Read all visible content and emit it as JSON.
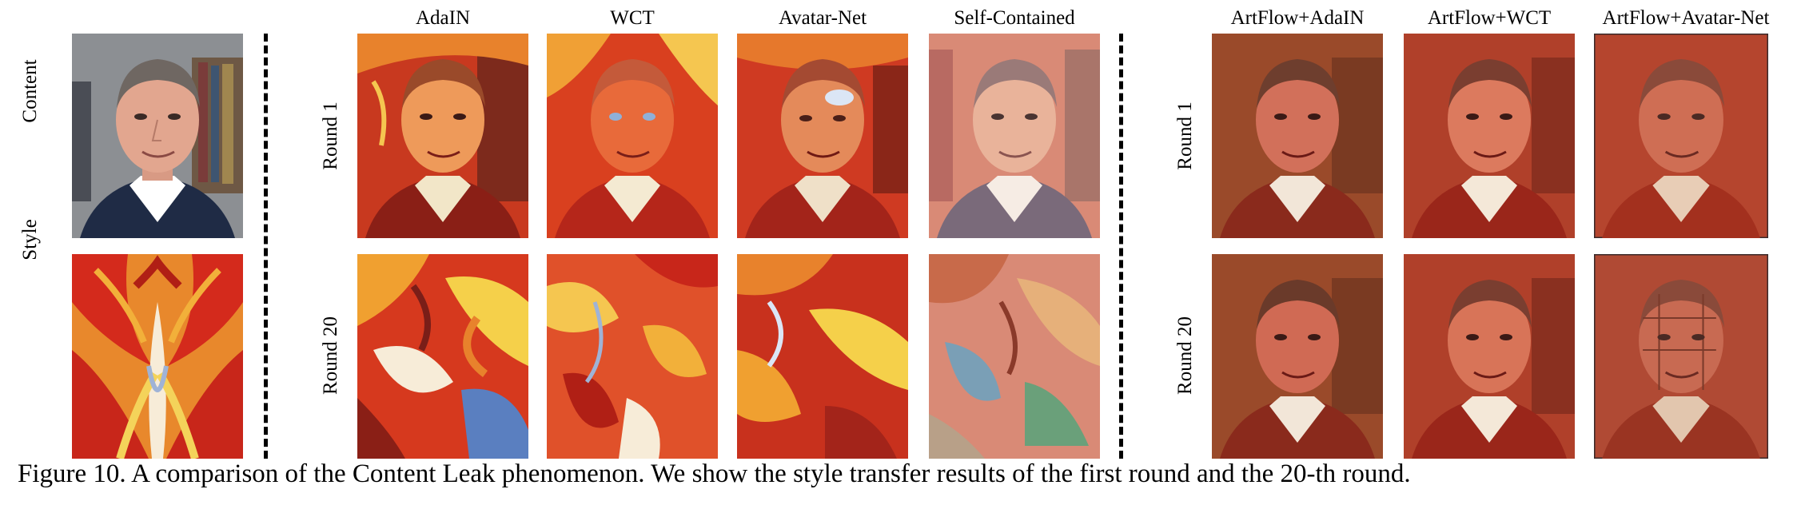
{
  "left": {
    "row_labels": [
      "Content",
      "Style"
    ]
  },
  "middle": {
    "columns": [
      "AdaIN",
      "WCT",
      "Avatar-Net",
      "Self-Contained"
    ],
    "row_labels": [
      "Round 1",
      "Round 20"
    ]
  },
  "right": {
    "columns": [
      "ArtFlow+AdaIN",
      "ArtFlow+WCT",
      "ArtFlow+Avatar-Net"
    ],
    "row_labels": [
      "Round 1",
      "Round 20"
    ]
  },
  "caption": "Figure 10. A comparison of the Content Leak phenomenon. We show the style transfer results of the first round and the 20-th round.",
  "colors": {
    "style_red": "#d6301c",
    "style_orange": "#f0a030",
    "style_yellow": "#f5d04a",
    "style_blue": "#5a7fc0",
    "skin": "#e9b39a",
    "shirt": "#2a3752",
    "collar": "#ffffff"
  }
}
